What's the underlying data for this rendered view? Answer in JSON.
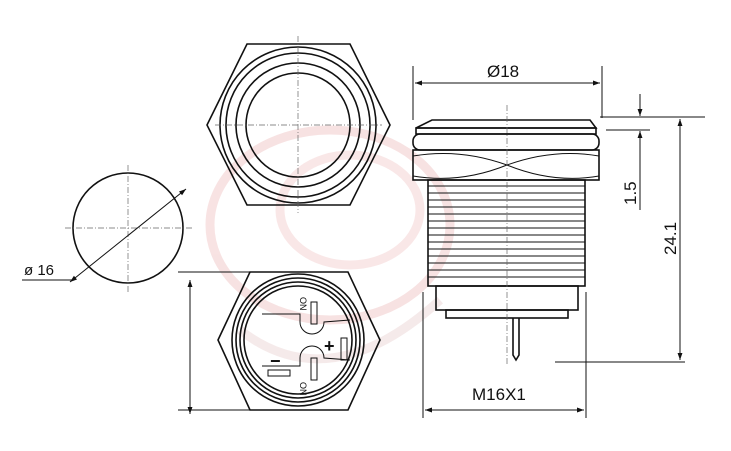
{
  "dimensions": {
    "face_diameter": "ø 16",
    "head_diameter": "Ø18",
    "head_height": "1.5",
    "total_length": "24.1",
    "thread": "M16X1"
  },
  "terminal_labels": {
    "top_contact": "ON",
    "bottom_contact": "ON",
    "plus": "+",
    "minus": "−"
  },
  "colors": {
    "line": "#111111",
    "watermark": "#f4d6d6"
  }
}
